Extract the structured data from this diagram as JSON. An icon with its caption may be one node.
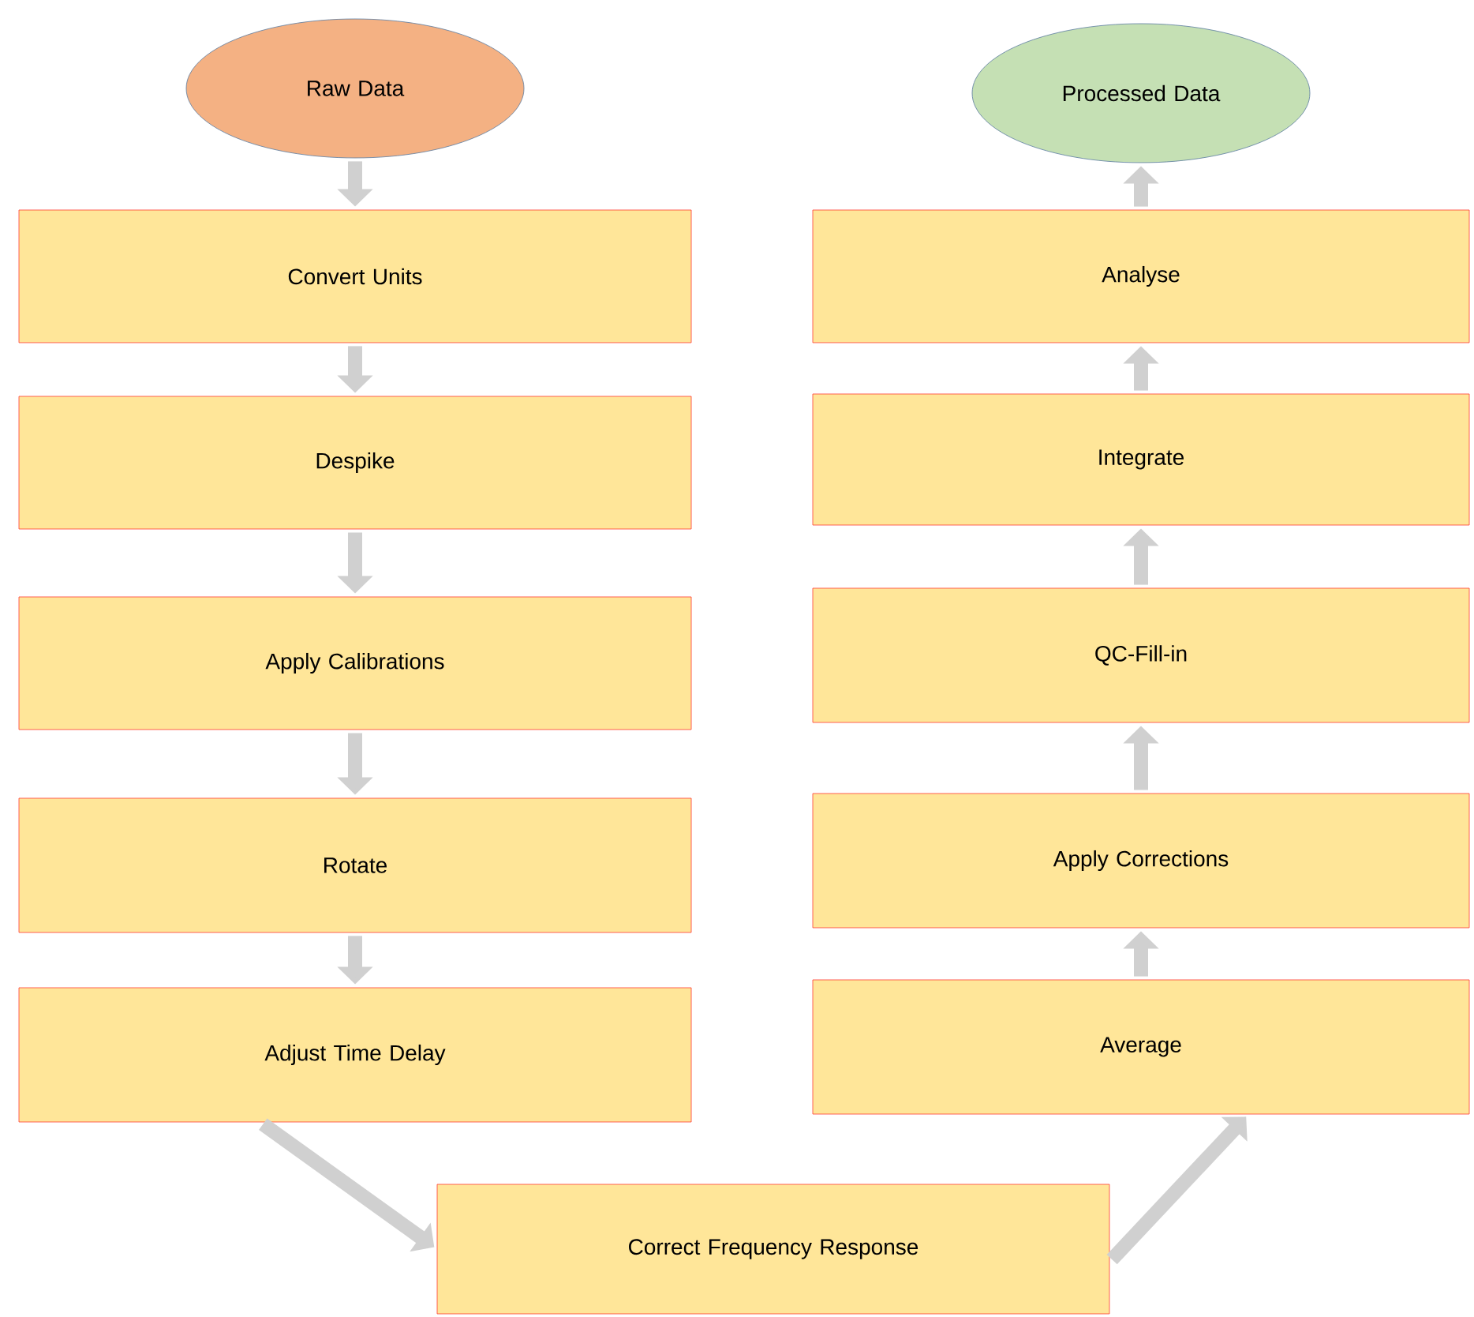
{
  "diagram": {
    "nodes": [
      {
        "text": [
          "Raw Data"
        ]
      },
      {
        "text": [
          "Convert Units"
        ]
      },
      {
        "text": [
          "Despike"
        ]
      },
      {
        "text": [
          "Apply Calibrations"
        ]
      },
      {
        "text": [
          "Rotate"
        ]
      },
      {
        "text": [
          "Adjust Time Delay"
        ]
      },
      {
        "text": [
          "Correct Frequency Response"
        ]
      },
      {
        "text": [
          "Average"
        ]
      },
      {
        "text": [
          "Apply Corrections"
        ]
      },
      {
        "text": [
          "QC-Fill-in"
        ]
      },
      {
        "text": [
          "Integrate"
        ]
      },
      {
        "text": [
          "Analyse"
        ]
      },
      {
        "text": [
          "Processed Data"
        ]
      }
    ],
    "edges": [
      {
        "from": 0,
        "to": 1,
        "arrow": "to"
      },
      {
        "from": 1,
        "to": 2,
        "arrow": "to"
      },
      {
        "from": 2,
        "to": 3,
        "arrow": "to"
      },
      {
        "from": 3,
        "to": 4,
        "arrow": "to"
      },
      {
        "from": 4,
        "to": 5,
        "arrow": "to"
      },
      {
        "from": 5,
        "to": 6,
        "arrow": "to"
      },
      {
        "from": 6,
        "to": 7,
        "arrow": "to"
      },
      {
        "from": 7,
        "to": 8,
        "arrow": "to"
      },
      {
        "from": 8,
        "to": 9,
        "arrow": "to"
      },
      {
        "from": 9,
        "to": 10,
        "arrow": "to"
      },
      {
        "from": 10,
        "to": 11,
        "arrow": "to"
      },
      {
        "from": 11,
        "to": 12,
        "arrow": "to"
      }
    ]
  }
}
